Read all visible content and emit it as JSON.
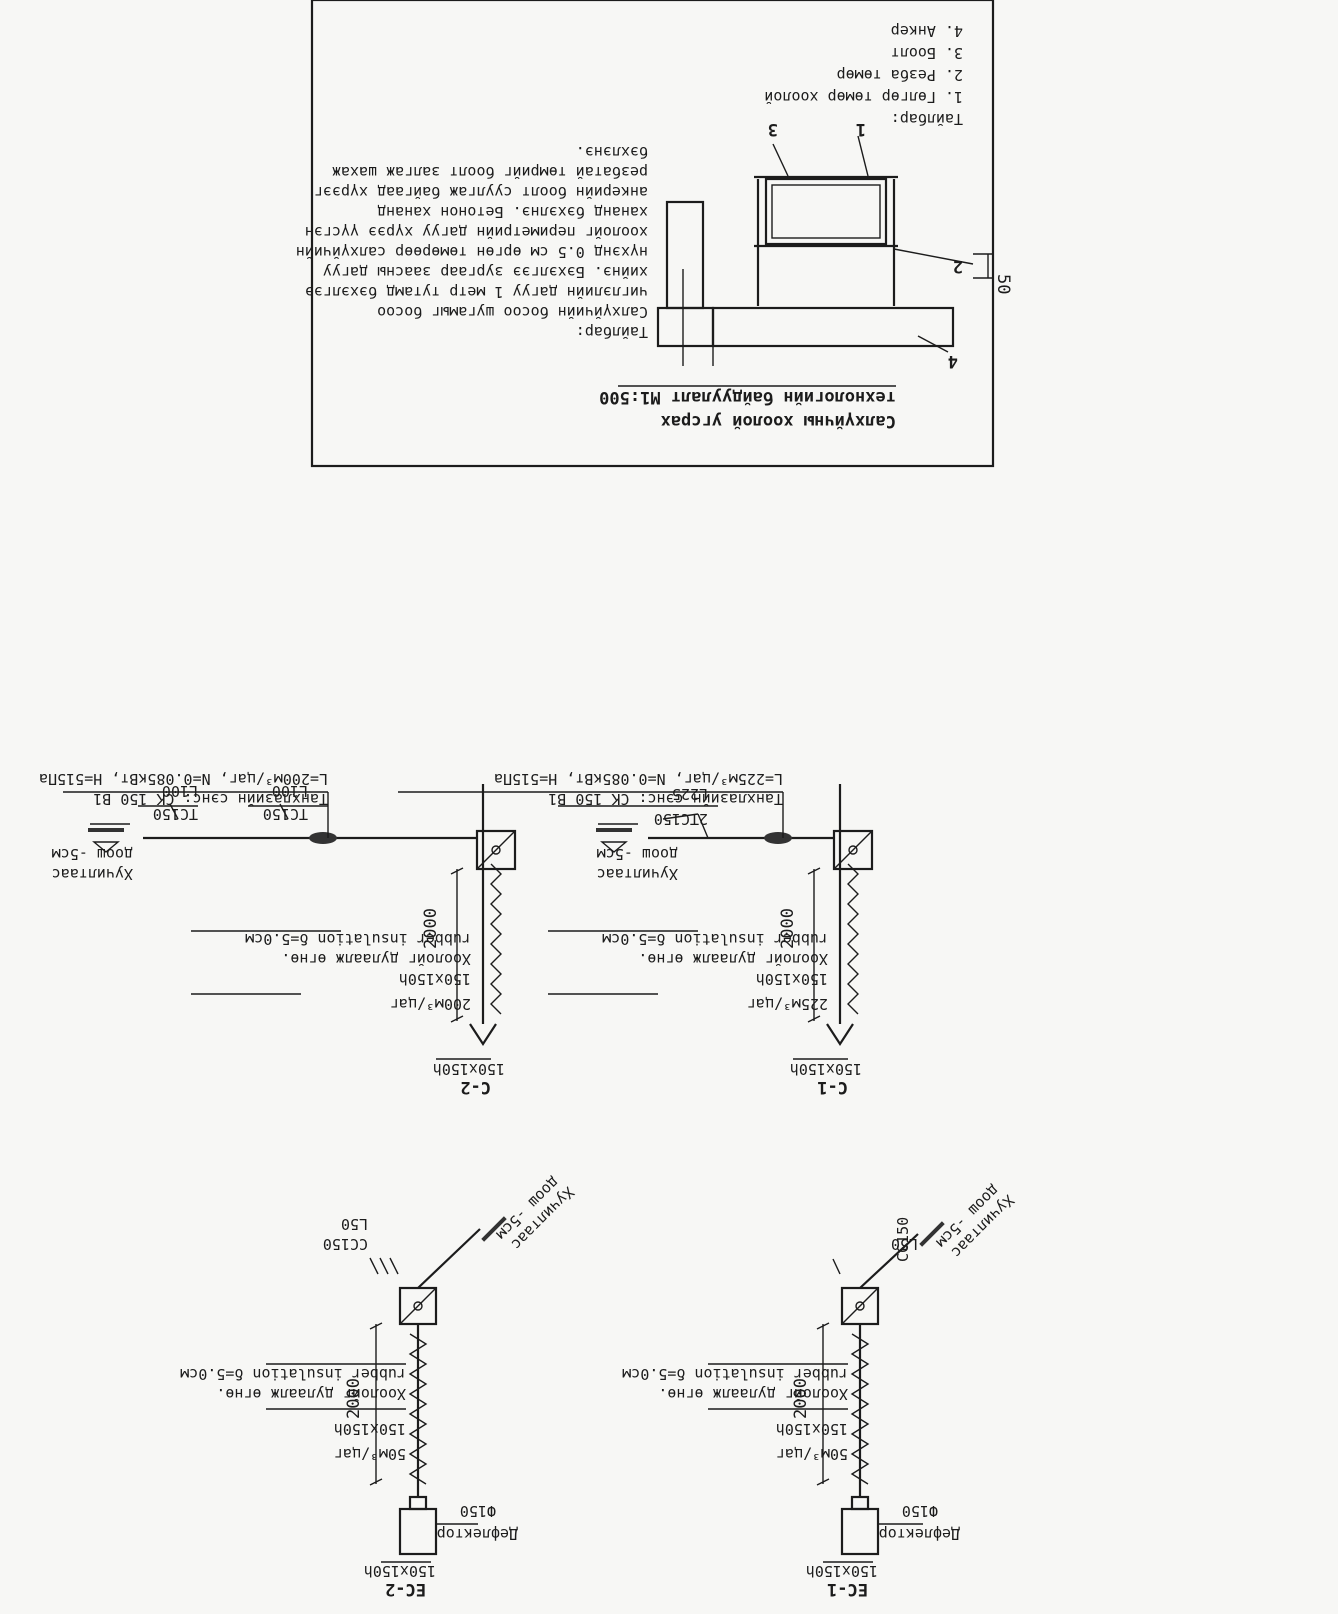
{
  "detail": {
    "title_line1": "Салхүйчны хоолой угсрах",
    "title_line2": "технологийн байдуулалт М1:500",
    "dim": "50",
    "markers": [
      "1",
      "2",
      "3",
      "4"
    ],
    "note_head": "Тайлбар:",
    "notes": [
      "Салхүйчийн босоо шугамыг босоо",
      "чиглэлийн дагуу 1 метр тутамд бэхэлгээ",
      "хийнэ. Бэхэлгээ зургаар заасны дагуу",
      "нүхэнд 0.5 см өргөн төмөрөөр салхүйчийн",
      "хоолойг периметрийн дагуу хүрээ үүсгэн",
      "хананд бэхэлнэ. Бетонон хананд",
      "анкерийн боолт суулгаж байгаад хүрээг",
      "резбатай төмрийг боолт залгаж шахаж",
      "бэхлэнэ."
    ],
    "legend_head": "Тайлбар:",
    "legend": [
      "1. Гөлгөр төмөр хоолой",
      "2. Резба төмөр",
      "3. Боолт",
      "4. Анкер"
    ]
  },
  "c1": {
    "name": "С-1",
    "size": "150х150h",
    "flow": "225м³/цаг",
    "duct": "150х150h",
    "ins1": "Хоолойг дулаалж өгнө.",
    "ins2": "rubber insulation δ=5.0см",
    "height": "2000",
    "fan": "Танхлазийн сэнс: СК 150 В1",
    "fan_params": "L=225м³/цаг, N=0.085кВт, H=515Па",
    "grille1": "2ТС150",
    "grille2": "L225",
    "ground1": "Хучилтаас",
    "ground2": "доош -5см"
  },
  "c2": {
    "name": "С-2",
    "size": "150х150h",
    "flow": "200м³/цаг",
    "duct": "150х150h",
    "ins1": "Хоолойг дулаалж өгнө.",
    "ins2": "rubber insulation δ=5.0см",
    "height": "2000",
    "fan": "Танхлазийн сэнс: СК 150 В1",
    "fan_params": "L=200м³/цаг, N=0.085кВт, H=515Па",
    "gA1": "ТС150",
    "gA2": "L100",
    "gB1": "ТС150",
    "gB2": "L100",
    "ground1": "Хучилтаас",
    "ground2": "доош -5см"
  },
  "ec1": {
    "name": "ЕС-1",
    "size": "150х150h",
    "deflector": "Дефлектор",
    "phi": "Ф150",
    "flow": "50м³/цаг",
    "duct": "150х150h",
    "ins1": "Хоолойг дулаалж өгнө.",
    "ins2": "rubber insulation δ=5.0см",
    "height": "2000",
    "grille1": "СС150",
    "grille2": "L50",
    "ground1": "Хучилтаас",
    "ground2": "доош -5см"
  },
  "ec2": {
    "name": "ЕС-2",
    "size": "150х150h",
    "deflector": "Дефлектор",
    "phi": "Ф150",
    "flow": "50м³/цаг",
    "duct": "150х150h",
    "ins1": "Хоолойг дулаалж өгнө.",
    "ins2": "rubber insulation δ=5.0см",
    "height": "2000",
    "grille1": "СС150",
    "grille2": "L50",
    "ground1": "Хучилтаас",
    "ground2": "доош -5см"
  }
}
